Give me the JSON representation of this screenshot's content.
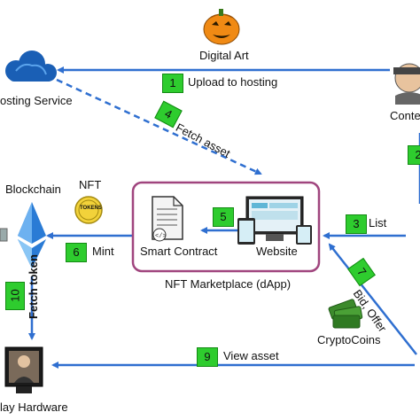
{
  "labels": {
    "digital_art": "Digital Art",
    "hosting_service": "osting Service",
    "content_creator": "Conte",
    "blockchain": "Blockchain",
    "nft_coin": "NFT",
    "nft_coin_token": "TOKENS",
    "smart_contract": "Smart Contract",
    "website": "Website",
    "marketplace": "NFT Marketplace (dApp)",
    "cryptocoins": "CryptoCoins",
    "display_hardware": "lay Hardware"
  },
  "steps": [
    {
      "num": "1",
      "label": "Upload to hosting"
    },
    {
      "num": "2",
      "label": ""
    },
    {
      "num": "3",
      "label": "List"
    },
    {
      "num": "4",
      "label": "Fetch asset"
    },
    {
      "num": "5",
      "label": ""
    },
    {
      "num": "6",
      "label": "Mint"
    },
    {
      "num": "7",
      "label": "Bid, Offer"
    },
    {
      "num": "9",
      "label": "View asset"
    },
    {
      "num": "10",
      "label": "Fetch token"
    }
  ],
  "colors": {
    "arrow": "#2f6fd0",
    "step_badge": "#2ecc2e",
    "marketplace_border": "#a0457e"
  },
  "icons": [
    "pumpkin-icon",
    "cloud-icon",
    "person-icon",
    "ethereum-icon",
    "token-coin-icon",
    "document-icon",
    "devices-icon",
    "money-icon",
    "monitor-icon"
  ]
}
